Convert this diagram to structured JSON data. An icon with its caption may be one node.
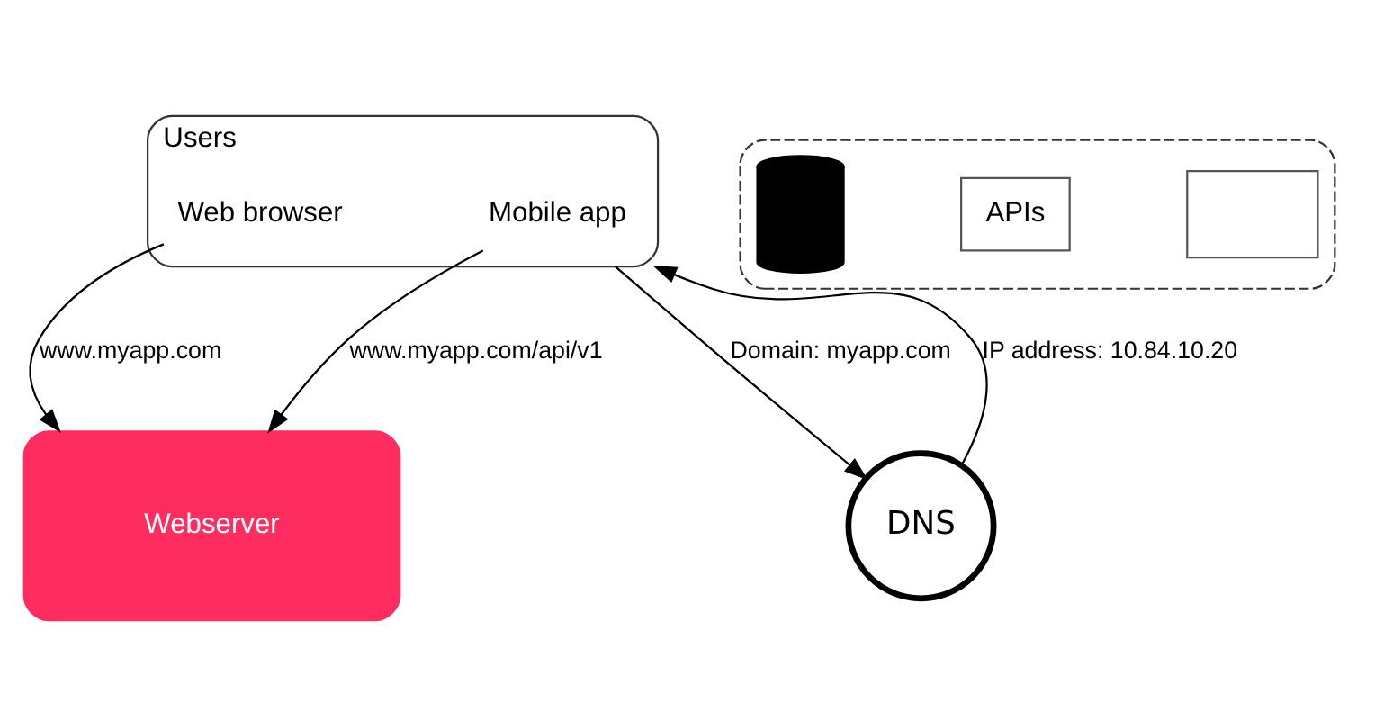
{
  "diagram": {
    "nodes": [
      {
        "text": [
          "Users"
        ]
      },
      {
        "text": [
          "Web browser"
        ],
        "in": 0
      },
      {
        "text": [
          "Mobile app"
        ],
        "in": 0
      },
      {
        "text": [
          "DNS"
        ]
      },
      {
        "text": [
          "Webserver"
        ]
      },
      {
        "text": [],
        "shape": "cloud"
      },
      {
        "text": [],
        "shape": "box",
        "in": 5
      },
      {
        "text": [
          "APIs"
        ],
        "in": 5
      },
      {
        "text": [],
        "shape": "cylinder",
        "in": 5
      }
    ],
    "edges": [
      {
        "from": 0,
        "to": 3,
        "arrow": "to",
        "label": "Domain: myapp.com"
      },
      {
        "from": 3,
        "to": 0,
        "arrow": "to",
        "label": "IP address: 10.84.10.20"
      },
      {
        "from": 1,
        "to": 4,
        "arrow": "to",
        "label": "www.myapp.com"
      },
      {
        "from": 2,
        "to": 4,
        "arrow": "to",
        "label": "www.myapp.com/api/v1"
      }
    ]
  }
}
